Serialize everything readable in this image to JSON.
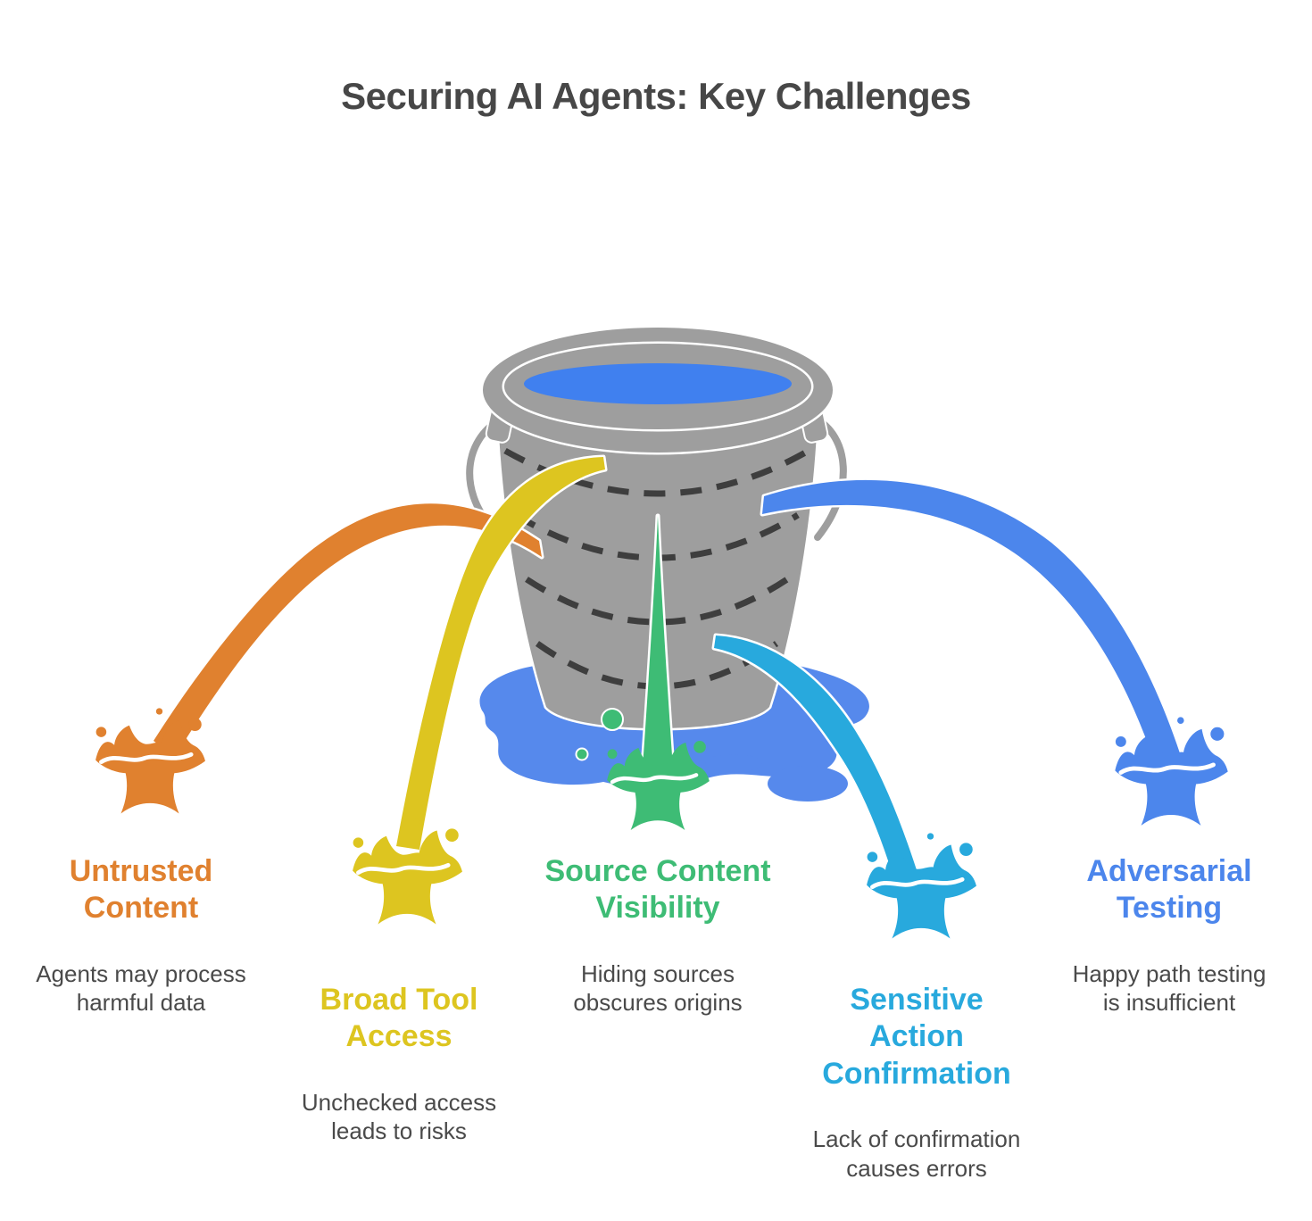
{
  "title": "Securing AI Agents: Key Challenges",
  "colors": {
    "title_text": "#474747",
    "body_text": "#4a4a4a",
    "bucket_gray": "#9e9e9e",
    "outline_white": "#ffffff",
    "hoop_dark": "#3e3e3e",
    "water_blue": "#4080ef",
    "puddle_blue": "#5689ec",
    "orange": "#e0812f",
    "yellow": "#ddc520",
    "green": "#3ebc75",
    "cyan": "#28a9dd",
    "blue": "#4c86ec"
  },
  "challenges": [
    {
      "id": "untrusted-content",
      "color": "orange",
      "label": "Untrusted\nContent",
      "description": "Agents may process\nharmful data"
    },
    {
      "id": "broad-tool-access",
      "color": "yellow",
      "label": "Broad Tool\nAccess",
      "description": "Unchecked access\nleads to risks"
    },
    {
      "id": "source-content-visibility",
      "color": "green",
      "label": "Source Content\nVisibility",
      "description": "Hiding sources\nobscures origins"
    },
    {
      "id": "sensitive-action-confirmation",
      "color": "cyan",
      "label": "Sensitive\nAction\nConfirmation",
      "description": "Lack of confirmation\ncauses errors"
    },
    {
      "id": "adversarial-testing",
      "color": "blue",
      "label": "Adversarial\nTesting",
      "description": "Happy path testing\nis insufficient"
    }
  ],
  "illustration": {
    "subject": "leaky bucket of water with five colored leak streams and splashes"
  }
}
